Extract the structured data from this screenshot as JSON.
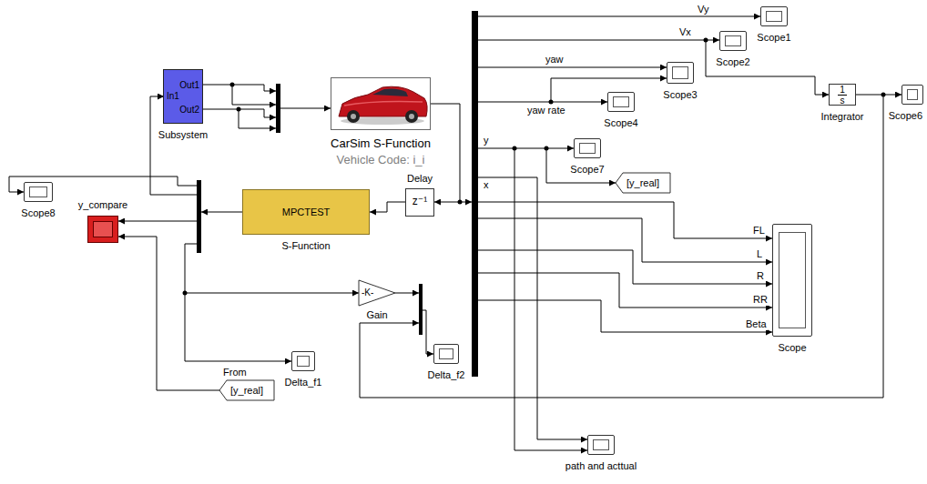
{
  "diagram": {
    "nodes": [
      {
        "text": [
          "In1",
          "Out1",
          "Out2",
          "Subsystem"
        ]
      },
      {
        "text": [
          "CarSim S-Function",
          "Vehicle Code: i_i"
        ]
      },
      {
        "text": [
          "Scope1"
        ]
      },
      {
        "text": [
          "Scope2"
        ]
      },
      {
        "text": [
          "Scope3"
        ]
      },
      {
        "text": [
          "Scope4"
        ]
      },
      {
        "text": [
          "1",
          "s",
          "Integrator"
        ]
      },
      {
        "text": [
          "Scope6"
        ]
      },
      {
        "text": [
          "Scope8"
        ]
      },
      {
        "text": [
          "y_compare"
        ]
      },
      {
        "text": [
          "MPCTEST",
          "S-Function"
        ]
      },
      {
        "text": [
          "Delay",
          "z⁻¹"
        ]
      },
      {
        "text": [
          "Scope7"
        ]
      },
      {
        "text": [
          "[y_real]"
        ]
      },
      {
        "text": [
          "Scope"
        ]
      },
      {
        "text": [
          "-K-",
          "Gain"
        ]
      },
      {
        "text": [
          "From",
          "[y_real]"
        ]
      },
      {
        "text": [
          "Delta_f1"
        ]
      },
      {
        "text": [
          "Delta_f2"
        ]
      },
      {
        "text": [
          "path and acttual"
        ]
      }
    ],
    "edges": [
      {
        "from": 1,
        "to": 11,
        "arrow": "to"
      },
      {
        "from": 11,
        "to": 10,
        "arrow": "to"
      },
      {
        "from": 6,
        "to": 7,
        "arrow": "to"
      },
      {
        "from": 16,
        "to": 9,
        "arrow": "to"
      }
    ],
    "labels": [
      "Vy",
      "Vx",
      "yaw",
      "yaw rate",
      "y",
      "x",
      "FL",
      "L",
      "R",
      "RR",
      "Beta"
    ]
  }
}
